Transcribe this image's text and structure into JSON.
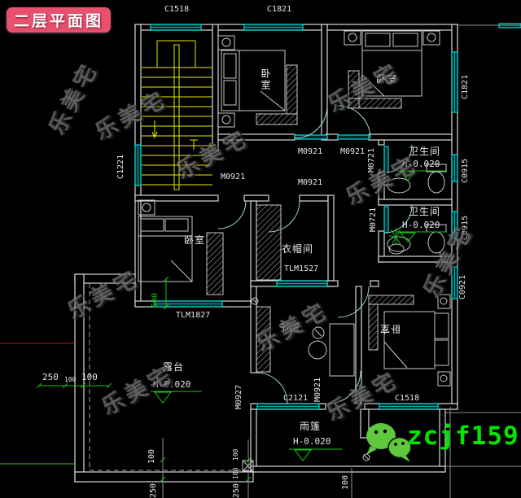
{
  "title": "二层平面图",
  "watermark": "乐美宅",
  "wechat": {
    "id": "zcjf159"
  },
  "rooms": {
    "bedroom_top_mid": "卧室",
    "bedroom_top_right": "卧室",
    "bedroom_left": "卧室",
    "bedroom_bottom_right": "卧室",
    "bathroom_1": "卫生间",
    "bathroom_2": "卫生间",
    "cloakroom": "衣帽间",
    "study": "书房",
    "terrace": "露台",
    "canopy": "雨篷"
  },
  "levels": {
    "bathroom_1": "H-0.020",
    "bathroom_2": "H-0.020",
    "terrace": "H-0.020",
    "canopy": "H-0.020"
  },
  "windows": {
    "c1518_top": "C1518",
    "c1821_top": "C1821",
    "c1221_left": "C1221",
    "c1821_right": "C1821",
    "c0915_right_1": "C0915",
    "c0915_right_2": "C0915",
    "c0921_right": "C0921",
    "c2121_bottom": "C2121",
    "c1518_bottom": "C1518",
    "tlm1827": "TLM1827",
    "tlm1527": "TLM1527"
  },
  "doors": {
    "m0921_left_bedroom": "M0921",
    "m0921_top_mid": "M0921",
    "m0921_top_right": "M0921",
    "m0921_cloakroom": "M0921",
    "m0721_bath_1": "M0721",
    "m0721_bath_2": "M0721",
    "m0921_bottom": "M0921",
    "m0927_terrace": "M0927"
  },
  "dimensions": {
    "dim_600": "600",
    "left_chain": [
      "250",
      "100",
      "100"
    ],
    "bottom_chain_1": [
      "100",
      "250"
    ],
    "bottom_chain_2": [
      "100",
      "100",
      "250"
    ],
    "canopy_100": "100"
  },
  "colors": {
    "wall": "#d9d9d9",
    "window": "#00dcdc",
    "stair": "#e6e600",
    "dimension": "#17c317",
    "title_bg": "#e8516d",
    "wechat_green": "#00e600"
  }
}
